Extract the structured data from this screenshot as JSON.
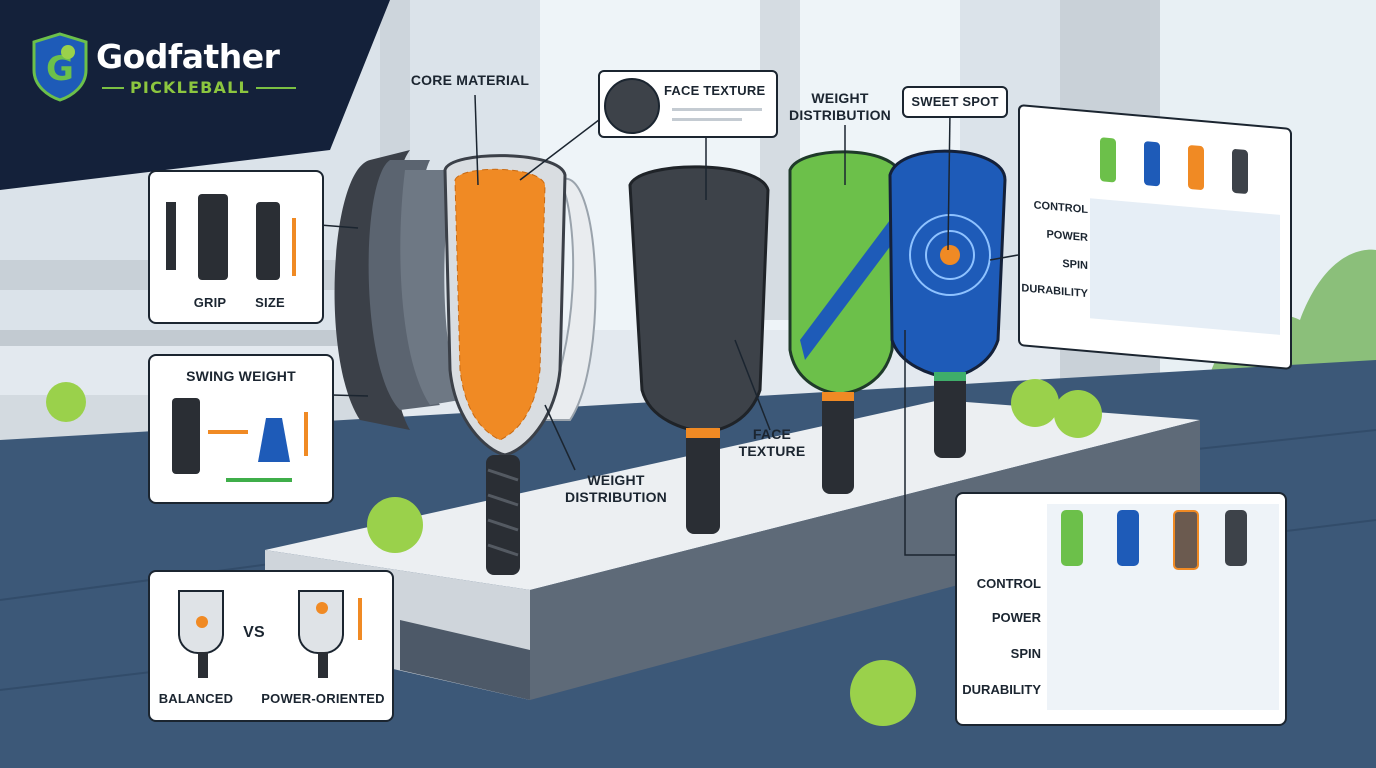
{
  "brand": {
    "name": "Godfather",
    "tagline": "PICKLEBALL"
  },
  "callouts": {
    "core_material": "CORE MATERIAL",
    "face_texture_top": "FACE TEXTURE",
    "weight_distribution_top": "WEIGHT DISTRIBUTION",
    "sweet_spot": "SWEET SPOT",
    "face_texture_mid": "FACE TEXTURE",
    "weight_distribution_mid": "WEIGHT DISTRIBUTION"
  },
  "grip_panel": {
    "grip": "GRIP",
    "size": "SIZE"
  },
  "swing_panel": {
    "title": "SWING WEIGHT"
  },
  "balance_panel": {
    "balanced": "BALANCED",
    "vs": "VS",
    "power": "POWER-ORIENTED"
  },
  "comparison_small": {
    "rows": [
      "CONTROL",
      "POWER",
      "SPIN",
      "DURABILITY"
    ]
  },
  "comparison_large": {
    "rows": [
      "CONTROL",
      "POWER",
      "SPIN",
      "DURABILITY"
    ]
  },
  "colors": {
    "navy": "#14213a",
    "green": "#6cc04a",
    "blue": "#1e5bb8",
    "orange": "#f08a24",
    "charcoal": "#3a3f47",
    "ball": "#9ad14b"
  }
}
